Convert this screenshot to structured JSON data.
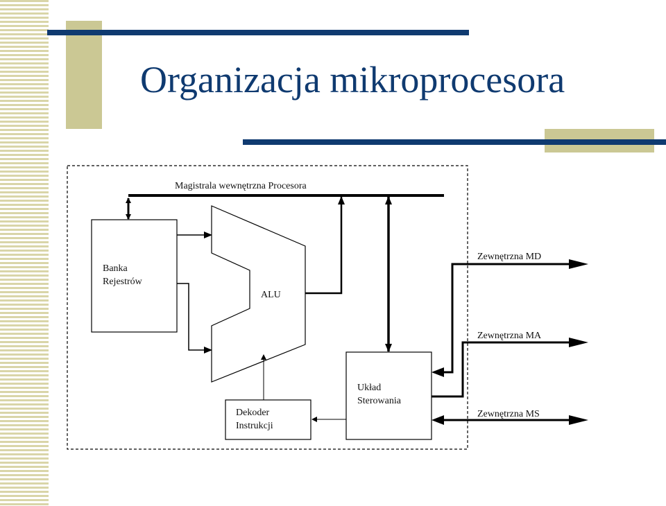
{
  "title": "Organizacja mikroprocesora",
  "diagram": {
    "bus_label": "Magistrala wewnętrzna Procesora",
    "register_bank": [
      "Banka",
      "Rejestrów"
    ],
    "alu": "ALU",
    "decoder": [
      "Dekoder",
      "Instrukcji"
    ],
    "control_unit": [
      "Układ",
      "Sterowania"
    ],
    "external": {
      "md": "Zewnętrzna MD",
      "ma": "Zewnętrzna MA",
      "ms": "Zewnętrzna MS"
    }
  },
  "colors": {
    "title": "#0f3a70",
    "accent_bars": "#0f3a70",
    "accent_blocks": "#cbc894",
    "stripes": "#d9d5a8"
  }
}
